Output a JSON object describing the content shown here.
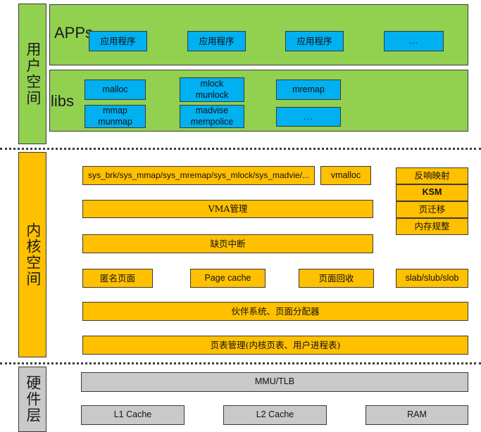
{
  "diagram": {
    "title": "Linux memory management architecture",
    "colors": {
      "user_space": "#92D050",
      "kernel_space": "#FFC000",
      "hardware": "#C9C9C9",
      "app_box": "#00B0F0",
      "border": "#3A3A3A"
    }
  },
  "layers": {
    "user": {
      "label": "用户空间"
    },
    "kernel": {
      "label": "内核空间"
    },
    "hardware": {
      "label": "硬件层"
    }
  },
  "user_space": {
    "apps": {
      "title": "APPs",
      "items": [
        {
          "label": "应用程序"
        },
        {
          "label": "应用程序"
        },
        {
          "label": "应用程序"
        },
        {
          "label": "..."
        }
      ]
    },
    "libs": {
      "title": "libs",
      "items": [
        {
          "line1": "malloc",
          "line2": ""
        },
        {
          "line1": "mlock",
          "line2": "munlock"
        },
        {
          "line1": "mremap",
          "line2": ""
        },
        {
          "line1": "mmap",
          "line2": "munmap"
        },
        {
          "line1": "madvise",
          "line2": "mempolice"
        },
        {
          "line1": "...",
          "line2": ""
        }
      ]
    }
  },
  "kernel_space": {
    "syscalls": {
      "label": "sys_brk/sys_mmap/sys_mremap/sys_mlock/sys_madvie/..."
    },
    "vmalloc": {
      "label": "vmalloc"
    },
    "side_column": [
      {
        "label": "反响映射"
      },
      {
        "label": "KSM"
      },
      {
        "label": "页迁移"
      },
      {
        "label": "内存规整"
      }
    ],
    "vma": {
      "label": "VMA管理"
    },
    "page_fault": {
      "label": "缺页中断"
    },
    "mid_row": [
      {
        "label": "匿名页面"
      },
      {
        "label": "Page cache"
      },
      {
        "label": "页面回收"
      },
      {
        "label": "slab/slub/slob"
      }
    ],
    "buddy": {
      "label": "伙伴系统、页面分配器"
    },
    "page_table": {
      "label": "页表管理(内核页表、用户进程表)"
    }
  },
  "hardware_layer": {
    "mmu": {
      "label": "MMU/TLB"
    },
    "units": [
      {
        "label": "L1 Cache"
      },
      {
        "label": "L2 Cache"
      },
      {
        "label": "RAM"
      }
    ]
  }
}
